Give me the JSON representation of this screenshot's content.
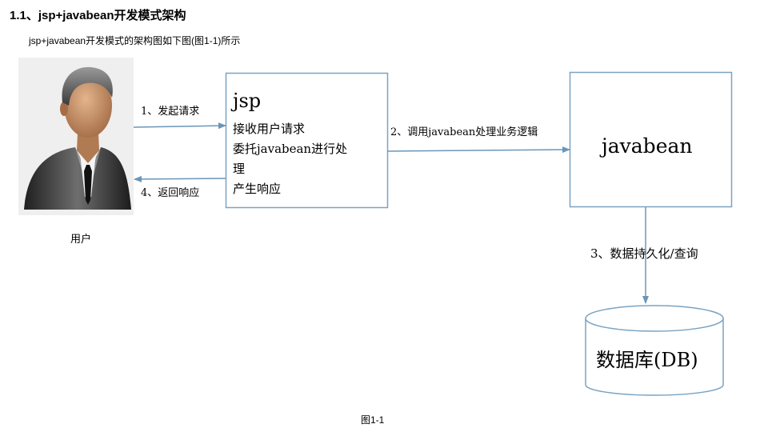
{
  "heading": "1.1、jsp+javabean开发模式架构",
  "intro": "jsp+javabean开发模式的架构图如下图(图1-1)所示",
  "user": {
    "label": "用户"
  },
  "jsp_box": {
    "title": "jsp",
    "lines": [
      "接收用户请求",
      "委托javabean进行处",
      "理",
      "产生响应"
    ]
  },
  "javabean_box": {
    "title": "javabean"
  },
  "db": {
    "label": "数据库(DB)"
  },
  "arrows": {
    "request": "1、发起请求",
    "call": "2、调用javabean处理业务逻辑",
    "persist": "3、数据持久化/查询",
    "response": "4、返回响应"
  },
  "caption": "图1-1",
  "colors": {
    "stroke": "#7aa3c2",
    "box_fill": "#ffffff"
  }
}
